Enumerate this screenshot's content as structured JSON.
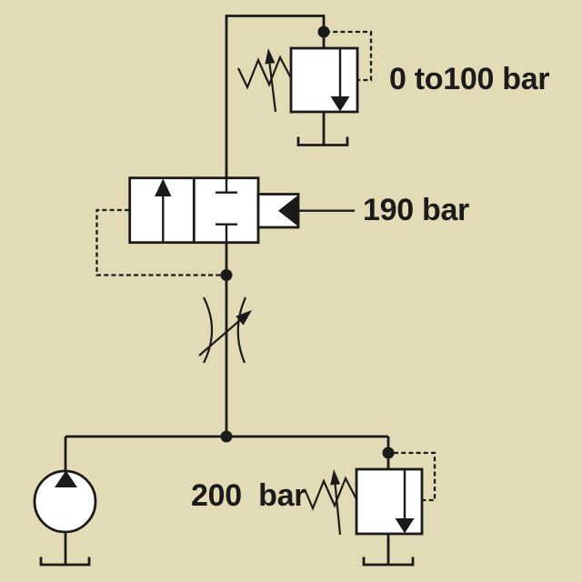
{
  "colors": {
    "background": "#e3dbb5",
    "line": "#1b1b1b",
    "symbol_fill": "#ffffff"
  },
  "labels": {
    "relief_valve_low": "0 to100 bar",
    "pilot_setting": "190 bar",
    "relief_valve_main": "200  bar"
  },
  "icons": {
    "relief_valve_low": "adjustable-relief-valve-icon",
    "directional_valve": "pilot-operated-2way-valve-icon",
    "pilot_actuator": "pilot-pressure-actuator-icon",
    "flow_control": "variable-flow-control-icon",
    "pump": "fixed-displacement-pump-icon",
    "relief_valve_main": "adjustable-relief-valve-icon",
    "tank": "tank-symbol-icon",
    "junction": "junction-node-dot"
  }
}
